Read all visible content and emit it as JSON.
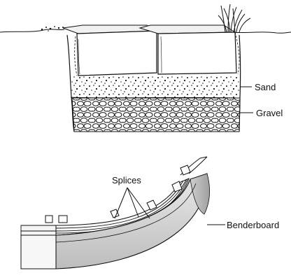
{
  "labels": {
    "sand": "Sand",
    "gravel": "Gravel",
    "splices": "Splices",
    "benderboard": "Benderboard"
  }
}
